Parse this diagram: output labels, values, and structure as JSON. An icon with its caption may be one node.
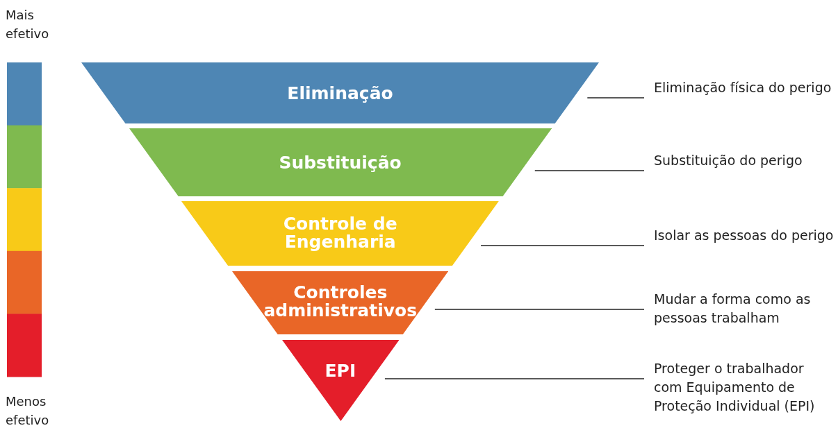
{
  "diagram": {
    "nodes": [
      {
        "text": [
          "Eliminação"
        ]
      },
      {
        "text": [
          "Substituição"
        ]
      },
      {
        "text": [
          "Controle de Engenharia"
        ]
      },
      {
        "text": [
          "Controles administrativos"
        ]
      },
      {
        "text": [
          "EPI"
        ]
      },
      {
        "text": [
          "Eliminação física do perigo"
        ]
      },
      {
        "text": [
          "Substituição do perigo"
        ]
      },
      {
        "text": [
          "Isolar as pessoas do perigo"
        ]
      },
      {
        "text": [
          "Mudar a forma como as pessoas trabalham"
        ]
      },
      {
        "text": [
          "Proteger o trabalhador com Equipamento de Proteção Individual (EPI)"
        ]
      }
    ],
    "edges": [
      {
        "from": 5,
        "to": 0,
        "arrow": "none"
      },
      {
        "from": 6,
        "to": 1,
        "arrow": "none"
      },
      {
        "from": 7,
        "to": 2,
        "arrow": "none"
      },
      {
        "from": 8,
        "to": 3,
        "arrow": "none"
      },
      {
        "from": 9,
        "to": 4,
        "arrow": "none"
      }
    ],
    "labels": [
      "Mais efetivo",
      "Menos efetivo"
    ]
  }
}
